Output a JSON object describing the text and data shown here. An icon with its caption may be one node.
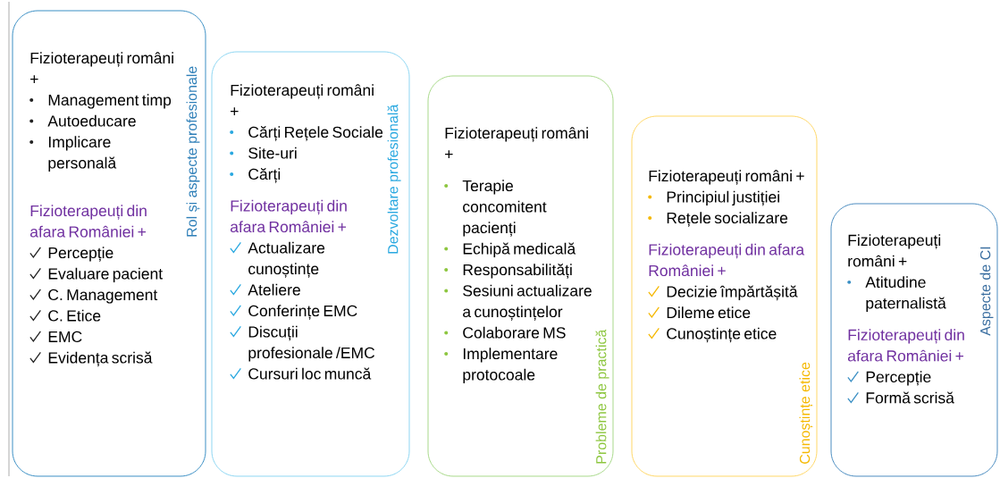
{
  "diagram": {
    "nodes": [
      {
        "text": [
          "Fizioterapeuți români +",
          "Management timp",
          "Autoeducare",
          "Implicare personală",
          "Fizioterapeuți din afara României +",
          "Percepție",
          "Evaluare pacient",
          "C. Management",
          "C. Etice",
          "EMC",
          "Evidența scrisă",
          "Rol și aspecte profesionale"
        ]
      },
      {
        "text": [
          "Fizioterapeuți români +",
          "Cărți Rețele Sociale",
          "Site-uri",
          "Cărți",
          "Fizioterapeuți din afara României +",
          "Actualizare cunoștințe",
          "Ateliere",
          "Conferințe EMC",
          "Discuții profesionale /EMC",
          "Cursuri loc muncă",
          "Dezvoltare profesională"
        ]
      },
      {
        "text": [
          "Fizioterapeuți români +",
          "Terapie concomitent pacienți",
          "Echipă medicală",
          "Responsabilități",
          "Sesiuni actualizare a cunoștințelor",
          "Colaborare MS",
          "Implementare protocoale",
          "Probleme de practică"
        ]
      },
      {
        "text": [
          "Fizioterapeuți români +",
          "Principiul justiției",
          "Rețele socializare",
          "Fizioterapeuți din afara României +",
          "Decizie împărtășită",
          "Dileme etice",
          "Cunoștințe etice",
          "Cunoștințe etice"
        ]
      },
      {
        "text": [
          "Fizioterapeuți români +",
          "Atitudine paternalistă",
          "Fizioterapeuți din afara României +",
          "Percepție",
          "Formă scrisă",
          "Aspecte de CI"
        ]
      }
    ]
  }
}
